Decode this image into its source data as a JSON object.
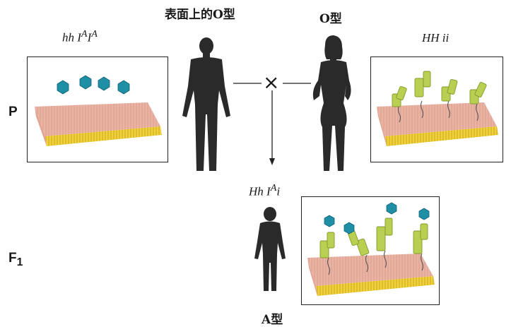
{
  "parents": {
    "left": {
      "phenotype": "表面上的O型",
      "genotype_html": "hh I<sup>A</sup>I<sup>A</sup>"
    },
    "right": {
      "phenotype": "O型",
      "genotype_html": "HH ii"
    }
  },
  "cross_symbol": "×",
  "offspring": {
    "phenotype": "A型",
    "genotype_html": "Hh I<sup>A</sup>i"
  },
  "generation_labels": {
    "p": "P",
    "f1_html": "F<sub>1</sub>"
  },
  "colors": {
    "membrane": "#eab3a3",
    "membrane_base": "#f0d23a",
    "antigen_blue": "#1f8fa6",
    "antigen_green": "#b9cf52",
    "silhouette": "#2a2a2a"
  },
  "icons": {
    "left_parent": "male-silhouette-icon",
    "right_parent": "female-silhouette-icon",
    "child": "child-silhouette-icon",
    "arrow": "down-arrow-icon"
  }
}
